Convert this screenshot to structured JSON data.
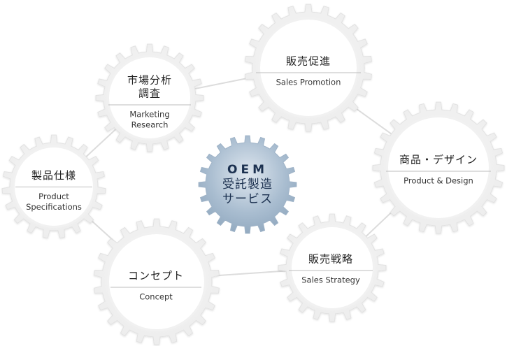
{
  "center": {
    "title": "OEM",
    "subtitle": "受託製造\nサービス"
  },
  "gears": [
    {
      "id": "market-research",
      "jp": "市場分析\n調査",
      "en": "Marketing\nResearch"
    },
    {
      "id": "sales-promotion",
      "jp": "販売促進",
      "en": "Sales Promotion"
    },
    {
      "id": "product-design",
      "jp": "商品・デザイン",
      "en": "Product & Design"
    },
    {
      "id": "sales-strategy",
      "jp": "販売戦略",
      "en": "Sales Strategy"
    },
    {
      "id": "concept",
      "jp": "コンセプト",
      "en": "Concept"
    },
    {
      "id": "product-specs",
      "jp": "製品仕様",
      "en": "Product\nSpecifications"
    }
  ],
  "colors": {
    "gear_outer": "#ececec",
    "gear_inner": "#ffffff",
    "center_gear": "#a9bdd0",
    "center_text": "#1c3150",
    "connector": "#dcdcdc"
  }
}
